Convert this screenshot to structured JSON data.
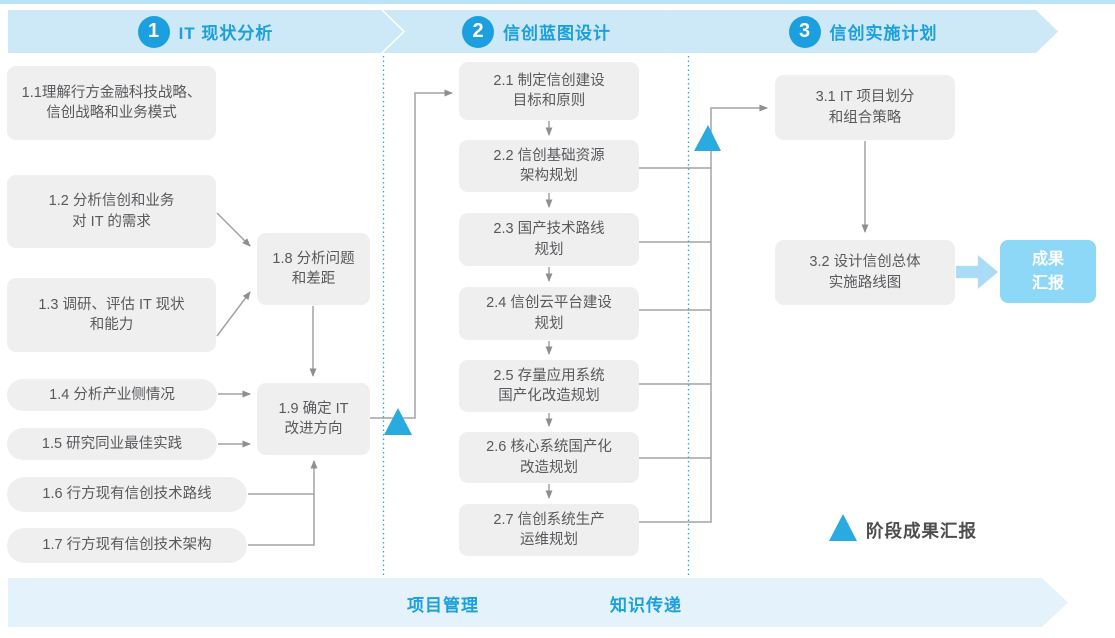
{
  "colors": {
    "accent_blue": "#29abe2",
    "phase_blue": "#1b9fde",
    "band_fill": "#cde9f7",
    "bottom_band_fill": "#e4f3fb",
    "box_fill": "#efeff0",
    "box_text": "#58595b",
    "connector_gray": "#a3a3a4",
    "result_fill": "#8ed8f7"
  },
  "phases": [
    {
      "number": "1",
      "title": "IT 现状分析"
    },
    {
      "number": "2",
      "title": "信创蓝图设计"
    },
    {
      "number": "3",
      "title": "信创实施计划"
    }
  ],
  "phase1_boxes": {
    "b11": [
      "1.1理解行方金融科技战略、",
      "信创战略和业务模式"
    ],
    "b12": [
      "1.2 分析信创和业务",
      "对 IT 的需求"
    ],
    "b13": [
      "1.3 调研、评估 IT 现状",
      "和能力"
    ],
    "b14": [
      "1.4 分析产业侧情况"
    ],
    "b15": [
      "1.5 研究同业最佳实践"
    ],
    "b16": [
      "1.6 行方现有信创技术路线"
    ],
    "b17": [
      "1.7 行方现有信创技术架构"
    ],
    "b18": [
      "1.8 分析问题",
      "和差距"
    ],
    "b19": [
      "1.9 确定 IT",
      "改进方向"
    ]
  },
  "phase2_boxes": {
    "b21": [
      "2.1 制定信创建设",
      "目标和原则"
    ],
    "b22": [
      "2.2 信创基础资源",
      "架构规划"
    ],
    "b23": [
      "2.3 国产技术路线",
      "规划"
    ],
    "b24": [
      "2.4 信创云平台建设",
      "规划"
    ],
    "b25": [
      "2.5 存量应用系统",
      "国产化改造规划"
    ],
    "b26": [
      "2.6 核心系统国产化",
      "改造规划"
    ],
    "b27": [
      "2.7 信创系统生产",
      "运维规划"
    ]
  },
  "phase3_boxes": {
    "b31": [
      "3.1 IT 项目划分",
      "和组合策略"
    ],
    "b32": [
      "3.2 设计信创总体",
      "实施路线图"
    ]
  },
  "result_box": {
    "lines": [
      "成果",
      "汇报"
    ]
  },
  "legend": {
    "label": "阶段成果汇报",
    "icon": "phase-report-triangle"
  },
  "bottom_bar": {
    "items": [
      "项目管理",
      "知识传递"
    ]
  }
}
